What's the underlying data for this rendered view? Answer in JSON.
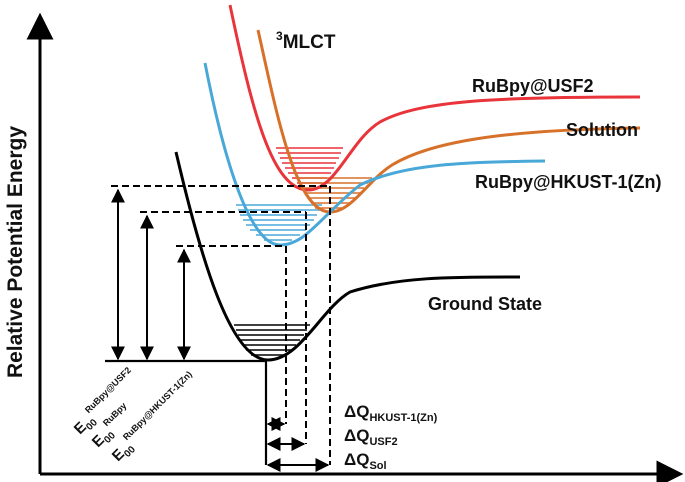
{
  "axis": {
    "ylabel": "Relative Potential Energy"
  },
  "excited_state": {
    "label_sup": "3",
    "label": "MLCT"
  },
  "curves": {
    "usf2": {
      "label": "RuBpy@USF2",
      "color": "#e8343a"
    },
    "solution": {
      "label": "Solution",
      "color": "#d7712a"
    },
    "hkust": {
      "label": "RuBpy@HKUST-1(Zn)",
      "color": "#4aa8d8"
    },
    "ground": {
      "label": "Ground State",
      "color": "#000000"
    }
  },
  "energies": {
    "usf2": {
      "base": "E",
      "sub": "00",
      "sup": "RuBpy@USF2"
    },
    "solution": {
      "base": "E",
      "sub": "00",
      "sup": "RuBpy"
    },
    "hkust": {
      "base": "E",
      "sub": "00",
      "sup": "RuBpy@HKUST-1(Zn)"
    }
  },
  "displacements": {
    "hkust": {
      "symbol": "ΔQ",
      "sub": "HKUST-1(Zn)"
    },
    "usf2": {
      "symbol": "ΔQ",
      "sub": "USF2"
    },
    "sol": {
      "symbol": "ΔQ",
      "sub": "Sol"
    }
  }
}
